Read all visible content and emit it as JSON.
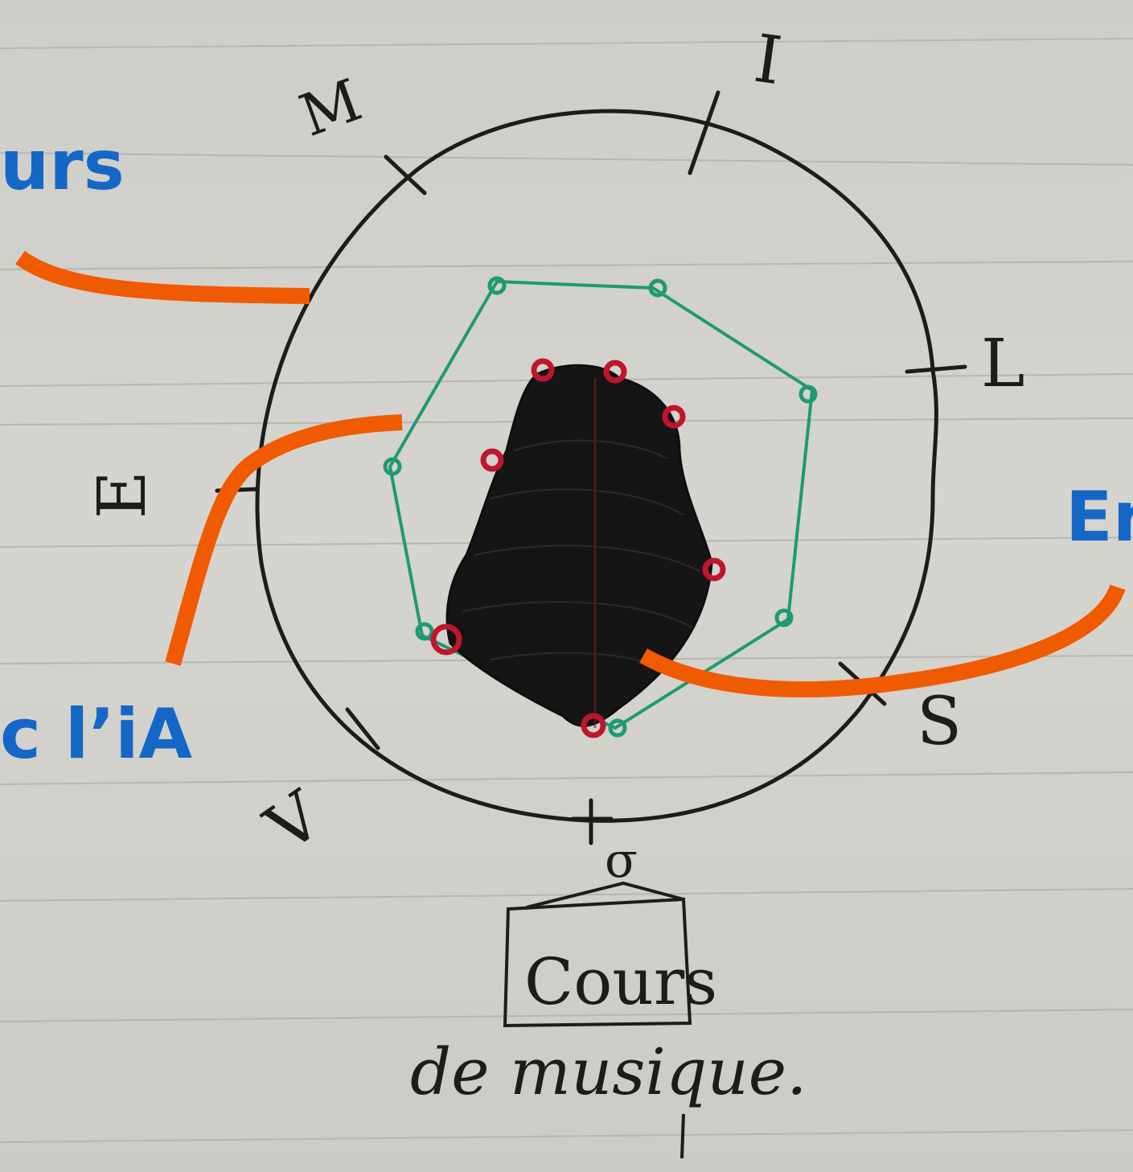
{
  "callouts": {
    "top_left": "urs",
    "bottom_left": "c l’iA",
    "right": "Er"
  },
  "diagram": {
    "axis_labels": {
      "top": "I",
      "top_left": "M",
      "left": "E",
      "bottom_left": "V",
      "bottom": "σ",
      "bottom_right": "S",
      "right": "L"
    },
    "box_label": "Cours",
    "caption": "de musique."
  },
  "colors": {
    "paper": "#d2d0cb",
    "ruled_line": "#b9b7b2",
    "ink": "#1c1c1c",
    "green_polygon": "#1e9a72",
    "red_points": "#c0162c",
    "callout_line": "#f05a00",
    "callout_text": "#1467c6"
  }
}
